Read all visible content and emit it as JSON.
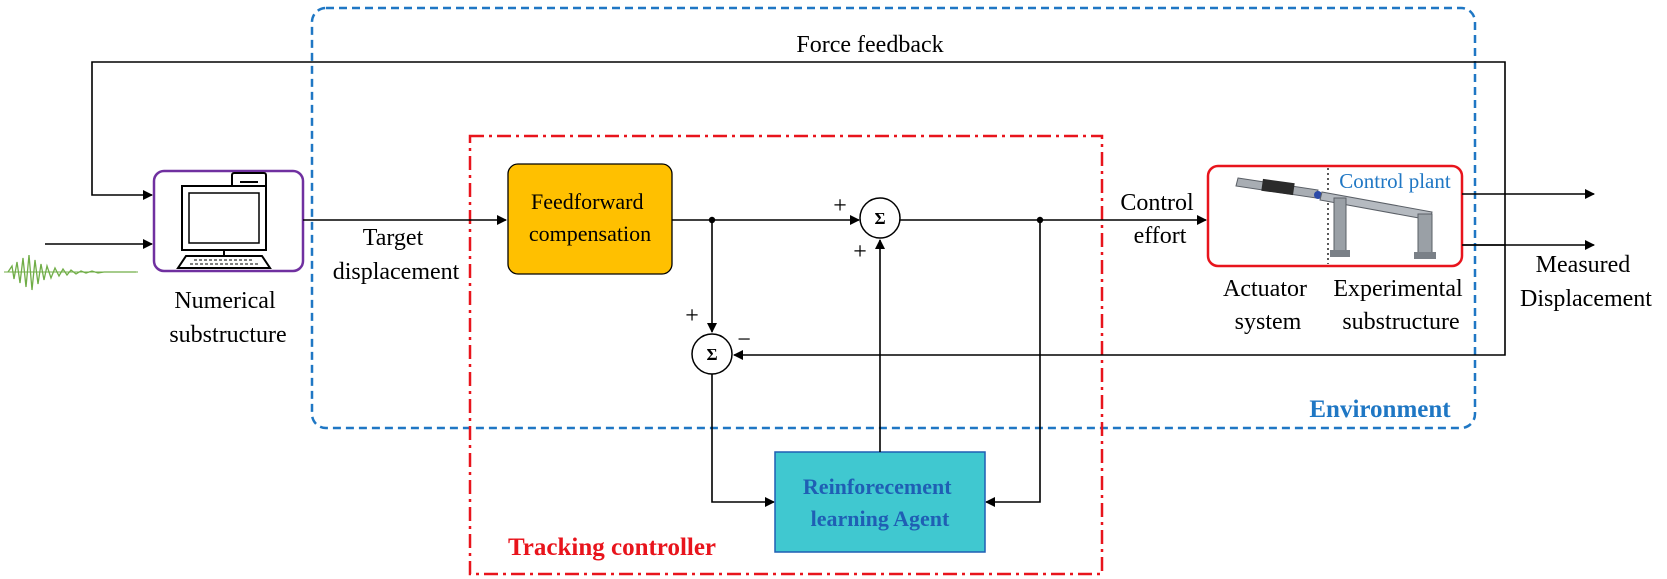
{
  "labels": {
    "force_feedback": "Force feedback",
    "numerical": [
      "Numerical",
      "substructure"
    ],
    "target": [
      "Target",
      "displacement"
    ],
    "feedforward": [
      "Feedforward",
      "compensation"
    ],
    "control_effort": [
      "Control",
      "effort"
    ],
    "control_plant": "Control plant",
    "actuator": [
      "Actuator",
      "system"
    ],
    "experimental": [
      "Experimental",
      "substructure"
    ],
    "measured": [
      "Measured",
      "Displacement"
    ],
    "environment": "Environment",
    "tracking": "Tracking controller",
    "rl_agent": [
      "Reinforecement",
      "learning Agent"
    ],
    "sum_symbol": "Σ",
    "plus": "+",
    "minus": "−"
  },
  "colors": {
    "environment_border": "#1f77c4",
    "tracking_border": "#e8141c",
    "numerical_border": "#7030a0",
    "feedforward_fill": "#ffc000",
    "rl_fill": "#40c8d0",
    "rl_text": "#1f5fb4",
    "plant_border": "#e8141c",
    "seismic_signal": "#70ad47"
  },
  "icons": {
    "computer": "computer-icon",
    "seismic": "seismic-wave-icon",
    "actuator": "actuator-machine-icon"
  }
}
